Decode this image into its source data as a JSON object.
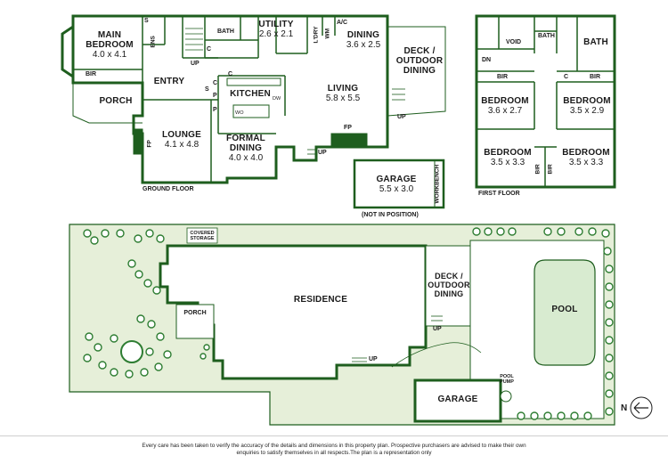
{
  "ground_floor": {
    "caption": "GROUND FLOOR",
    "rooms": {
      "main_bedroom": {
        "name": "MAIN\nBEDROOM",
        "dims": "4.0 x 4.1"
      },
      "ens": "ENS",
      "bir": "BIR",
      "s1": "S",
      "bath": "BATH",
      "utility": {
        "name": "UTILITY",
        "dims": "2.6 x 2.1"
      },
      "ldry": "L'DRY",
      "wm": "WM",
      "ac": "A/C",
      "dining": {
        "name": "DINING",
        "dims": "3.6 x 2.5"
      },
      "deck": {
        "name": "DECK /\nOUTDOOR\nDINING"
      },
      "entry": "ENTRY",
      "porch": "PORCH",
      "kitchen": "KITCHEN",
      "c_kitchen": "C",
      "s_kitchen": "S",
      "p1": "P",
      "p2": "P",
      "c_bath": "C",
      "c_top": "C",
      "c_entry": "C",
      "wo": "WO",
      "dw": "DW",
      "living": {
        "name": "LIVING",
        "dims": "5.8 x 5.5"
      },
      "lounge": {
        "name": "LOUNGE",
        "dims": "4.1 x 4.8"
      },
      "fp_lounge": "FP",
      "formal_dining": {
        "name": "FORMAL\nDINING",
        "dims": "4.0 x 4.0"
      },
      "fp_living": "FP",
      "garage": {
        "name": "GARAGE",
        "dims": "5.5 x 3.0"
      },
      "workbench": "WORKBENCH",
      "not_in_position": "(NOT IN POSITION)"
    },
    "up_labels": [
      "UP",
      "UP",
      "UP"
    ]
  },
  "first_floor": {
    "caption": "FIRST FLOOR",
    "rooms": {
      "void": "VOID",
      "bath_small": "BATH",
      "bath": "BATH",
      "dn": "DN",
      "bir_left": "BIR",
      "c": "C",
      "bir_right": "BIR",
      "bed1": {
        "name": "BEDROOM",
        "dims": "3.6 x 2.7"
      },
      "bed2": {
        "name": "BEDROOM",
        "dims": "3.5 x 2.9"
      },
      "bed3": {
        "name": "BEDROOM",
        "dims": "3.5 x 3.3"
      },
      "bed4": {
        "name": "BEDROOM",
        "dims": "3.5 x 3.3"
      },
      "bir_low1": "BIR",
      "bir_low2": "BIR"
    }
  },
  "site_plan": {
    "covered_storage": "COVERED\nSTORAGE",
    "residence": "RESIDENCE",
    "porch": "PORCH",
    "deck": "DECK /\nOUTDOOR\nDINING",
    "pool": "POOL",
    "pool_pump": "POOL\nPUMP",
    "garage": "GARAGE",
    "up1": "UP",
    "up2": "UP",
    "north": "N"
  },
  "disclaimer": "Every care has been taken to verify the accuracy of the details and dimensions in this property plan. Prospective purchasers are advised to make their own\nenquiries to satisfy themselves in all respects.The plan is a representation only",
  "colors": {
    "wall": "#1e5e1e",
    "green_fill": "#e6efd9",
    "tree": "#2e7d32",
    "pool_fill": "#d8ebd0"
  }
}
